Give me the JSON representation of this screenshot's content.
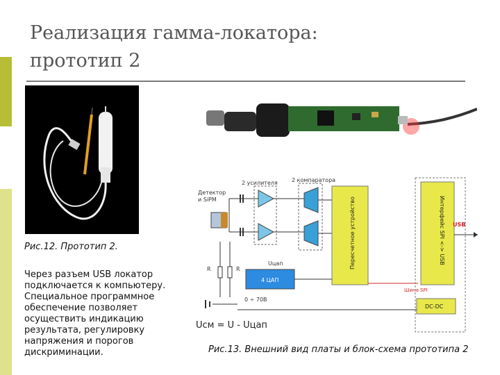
{
  "slide": {
    "title_line1": "Реализация гамма-локатора:",
    "title_line2": "прототип 2"
  },
  "left_panel": {
    "caption": "Рис.12. Прототип 2.",
    "text_lines": [
      "Через разъем USB локатор",
      "подключается к компьютеру.",
      "Специальное программное",
      "обеспечение позволяет",
      "осуществить индикацию",
      "результата, регулировку",
      "напряжения и порогов",
      "дискриминации."
    ]
  },
  "diagram": {
    "label_amplifiers": "2 усилителя",
    "label_comparators": "2 компаратора",
    "label_detector_1": "Детектор",
    "label_detector_2": "и SiPM",
    "label_r1": "R",
    "label_r2": "R",
    "label_ucap": "Uцап",
    "label_dac": "4 ЦАП",
    "label_range": "0 ÷ 70В",
    "label_counter": "Пересчетное устройство",
    "label_interface": "Интерфейс SPI <-> USB",
    "label_usb": "USB",
    "label_spi_bus": "Шина SPI",
    "label_dcdc": "DC-DC",
    "formula": "Uсм = U - Uцап"
  },
  "right_panel": {
    "caption": "Рис.13. Внешний вид платы и блок-схема прототипа 2"
  },
  "colors": {
    "accent_olive": "#b7bd34",
    "accent_light": "#dfe18c",
    "counter_yellow": "#e8e84a",
    "dac_blue": "#2d8be0",
    "usb_red": "#d62020"
  }
}
